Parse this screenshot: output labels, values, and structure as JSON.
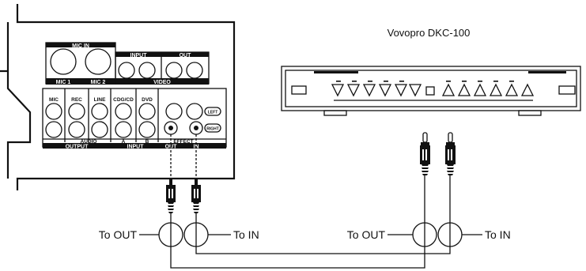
{
  "device_name": "Vovopro DKC-100",
  "panel": {
    "mic_in": {
      "title": "MIC IN",
      "sub": [
        "MIC 1",
        "MIC 2"
      ]
    },
    "video": {
      "input": "INPUT",
      "out": "OUT",
      "group": "VIDEO"
    },
    "audio_cols": [
      "MIC",
      "REC",
      "LINE",
      "CDG/CD",
      "DVD"
    ],
    "output_label": "OUTPUT",
    "audio_label": "AUDIO",
    "input_sub": [
      "A",
      "B"
    ],
    "input_label": "INPUT",
    "effect_label": "EFFECT",
    "effect_sub": [
      "OUT",
      "IN"
    ],
    "side_labels": [
      "LEFT",
      "RIGHT"
    ]
  },
  "callouts": {
    "left_out": "To OUT",
    "left_in": "To IN",
    "right_out": "To OUT",
    "right_in": "To IN"
  },
  "colors": {
    "ink": "#111111",
    "background": "#ffffff"
  }
}
